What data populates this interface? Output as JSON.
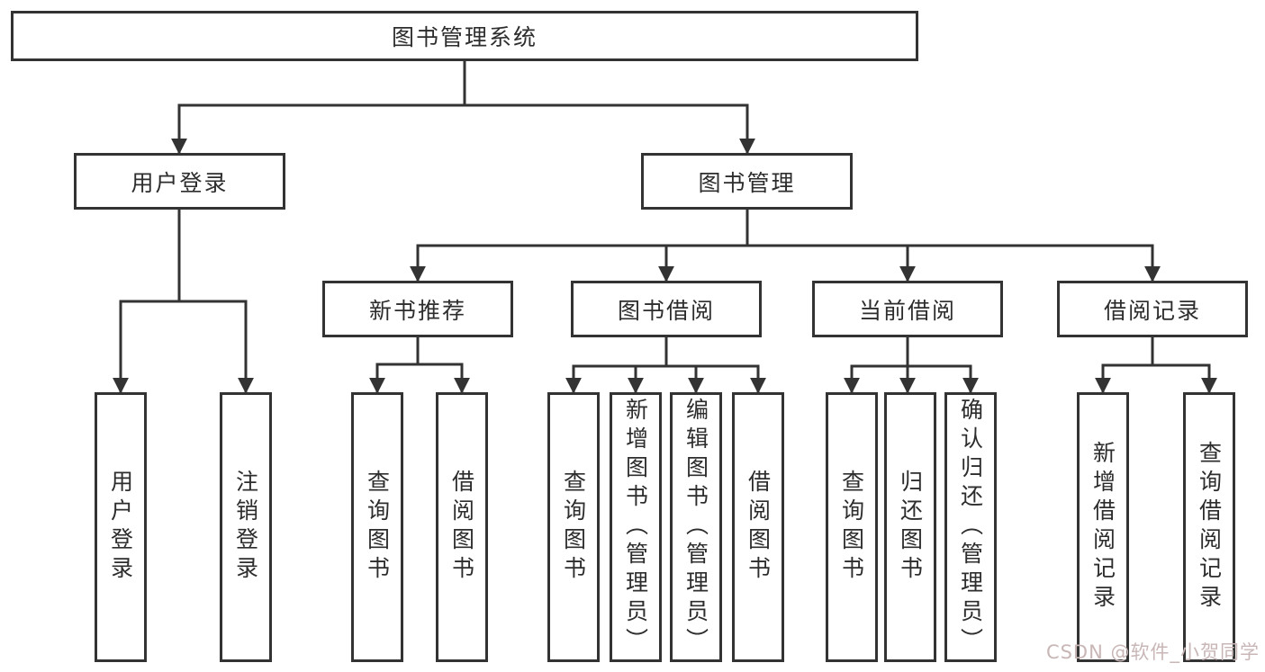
{
  "diagram_title": "图书管理系统",
  "tree": {
    "root": {
      "label": "图书管理系统"
    },
    "level2": [
      {
        "label": "用户登录",
        "leaves": [
          "用户登录",
          "注销登录"
        ]
      },
      {
        "label": "图书管理",
        "modules": [
          {
            "label": "新书推荐",
            "leaves": [
              "查询图书",
              "借阅图书"
            ]
          },
          {
            "label": "图书借阅",
            "leaves": [
              "查询图书",
              "新增图书（管理员）",
              "编辑图书（管理员）",
              "借阅图书"
            ]
          },
          {
            "label": "当前借阅",
            "leaves": [
              "查询图书",
              "归还图书",
              "确认归还（管理员）"
            ]
          },
          {
            "label": "借阅记录",
            "leaves": [
              "新增借阅记录",
              "查询借阅记录"
            ]
          }
        ]
      }
    ]
  },
  "watermark": {
    "text": "CSDN @软件_小贺同学",
    "color": "#c9b6b6"
  },
  "colors": {
    "line": "#333333",
    "text": "#2d2d2d",
    "background": "#ffffff"
  }
}
